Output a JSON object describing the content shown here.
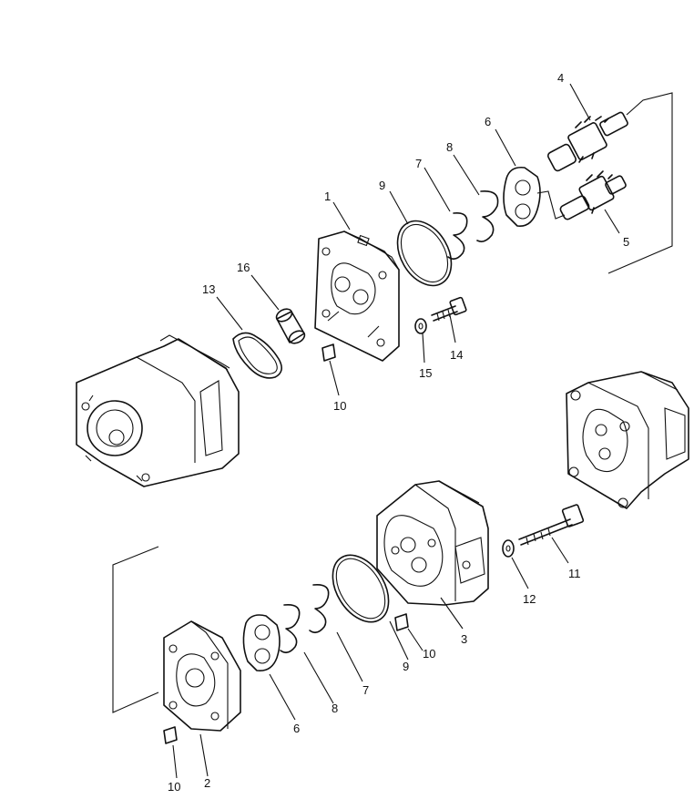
{
  "diagram": {
    "callouts": [
      {
        "id": "c4",
        "label": "4"
      },
      {
        "id": "c6a",
        "label": "6"
      },
      {
        "id": "c8a",
        "label": "8"
      },
      {
        "id": "c7a",
        "label": "7"
      },
      {
        "id": "c9a",
        "label": "9"
      },
      {
        "id": "c1",
        "label": "1"
      },
      {
        "id": "c5",
        "label": "5"
      },
      {
        "id": "c16",
        "label": "16"
      },
      {
        "id": "c13",
        "label": "13"
      },
      {
        "id": "c14",
        "label": "14"
      },
      {
        "id": "c15",
        "label": "15"
      },
      {
        "id": "c10a",
        "label": "10"
      },
      {
        "id": "c11",
        "label": "11"
      },
      {
        "id": "c12",
        "label": "12"
      },
      {
        "id": "c3",
        "label": "3"
      },
      {
        "id": "c10b",
        "label": "10"
      },
      {
        "id": "c9b",
        "label": "9"
      },
      {
        "id": "c7b",
        "label": "7"
      },
      {
        "id": "c8b",
        "label": "8"
      },
      {
        "id": "c6b",
        "label": "6"
      },
      {
        "id": "c10c",
        "label": "10"
      },
      {
        "id": "c2",
        "label": "2"
      }
    ]
  }
}
